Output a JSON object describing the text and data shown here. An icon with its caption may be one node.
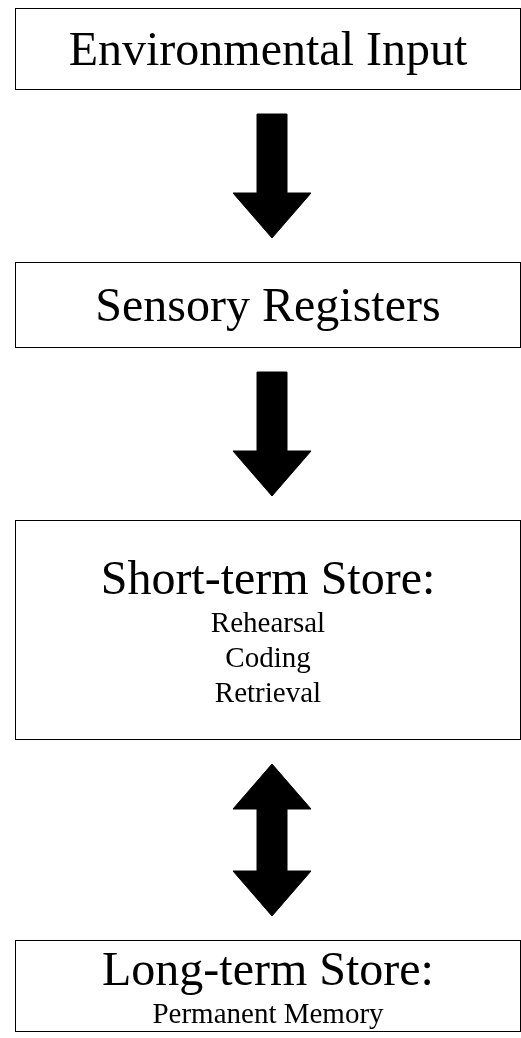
{
  "diagram": {
    "nodes": [
      {
        "text": [
          "Environmental Input"
        ]
      },
      {
        "text": [
          "Sensory Registers"
        ]
      },
      {
        "text": [
          "Short-term Store:",
          "Rehearsal",
          "Coding",
          "Retrieval"
        ]
      },
      {
        "text": [
          "Long-term Store:",
          "Permanent Memory"
        ]
      }
    ],
    "edges": [
      {
        "from": 0,
        "to": 1,
        "arrow": "to"
      },
      {
        "from": 1,
        "to": 2,
        "arrow": "to"
      },
      {
        "from": 2,
        "to": 3,
        "arrow": "both"
      }
    ]
  }
}
